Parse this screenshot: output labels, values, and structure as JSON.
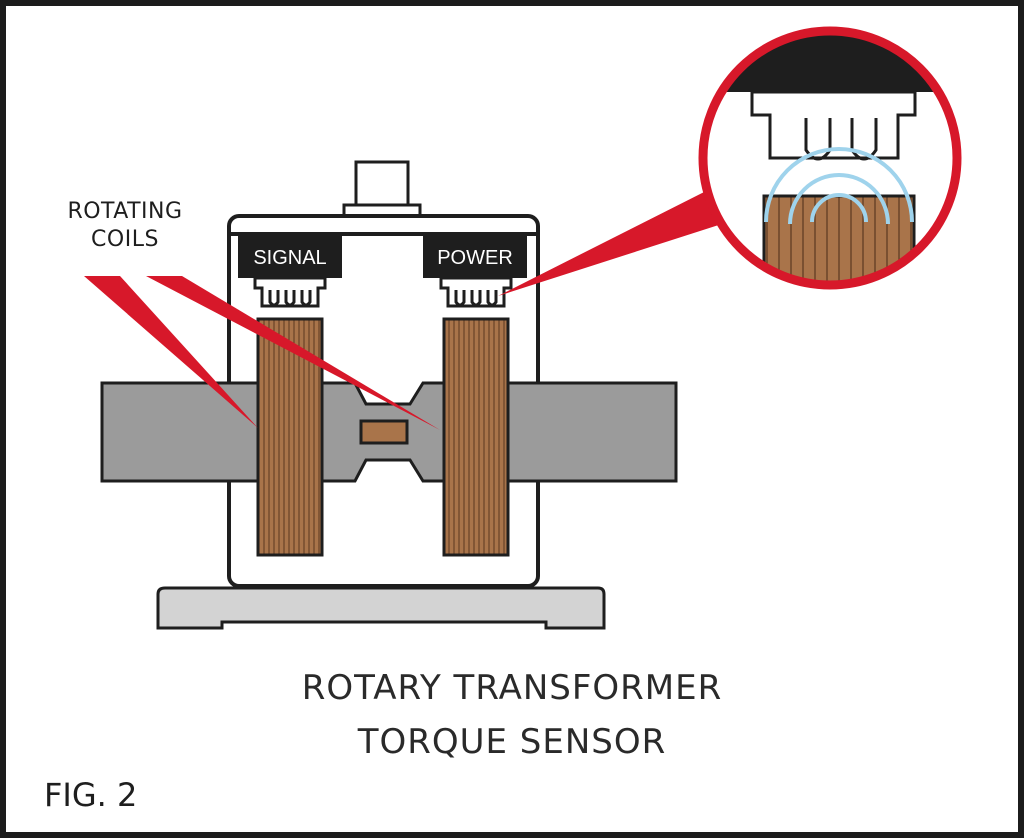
{
  "title": {
    "line1": "ROTARY TRANSFORMER",
    "line2": "TORQUE SENSOR"
  },
  "figure_label": "FIG. 2",
  "callout": {
    "line1": "ROTATING",
    "line2": "COILS"
  },
  "connectors": {
    "signal": "SIGNAL",
    "power": "POWER"
  },
  "colors": {
    "pointer_red": "#d7182a",
    "coil_brown": "#a9744a",
    "shaft_gray": "#9b9b9b",
    "base_gray": "#d3d3d3",
    "field_blue": "#9fd3ec",
    "outline": "#1e1e1e"
  }
}
